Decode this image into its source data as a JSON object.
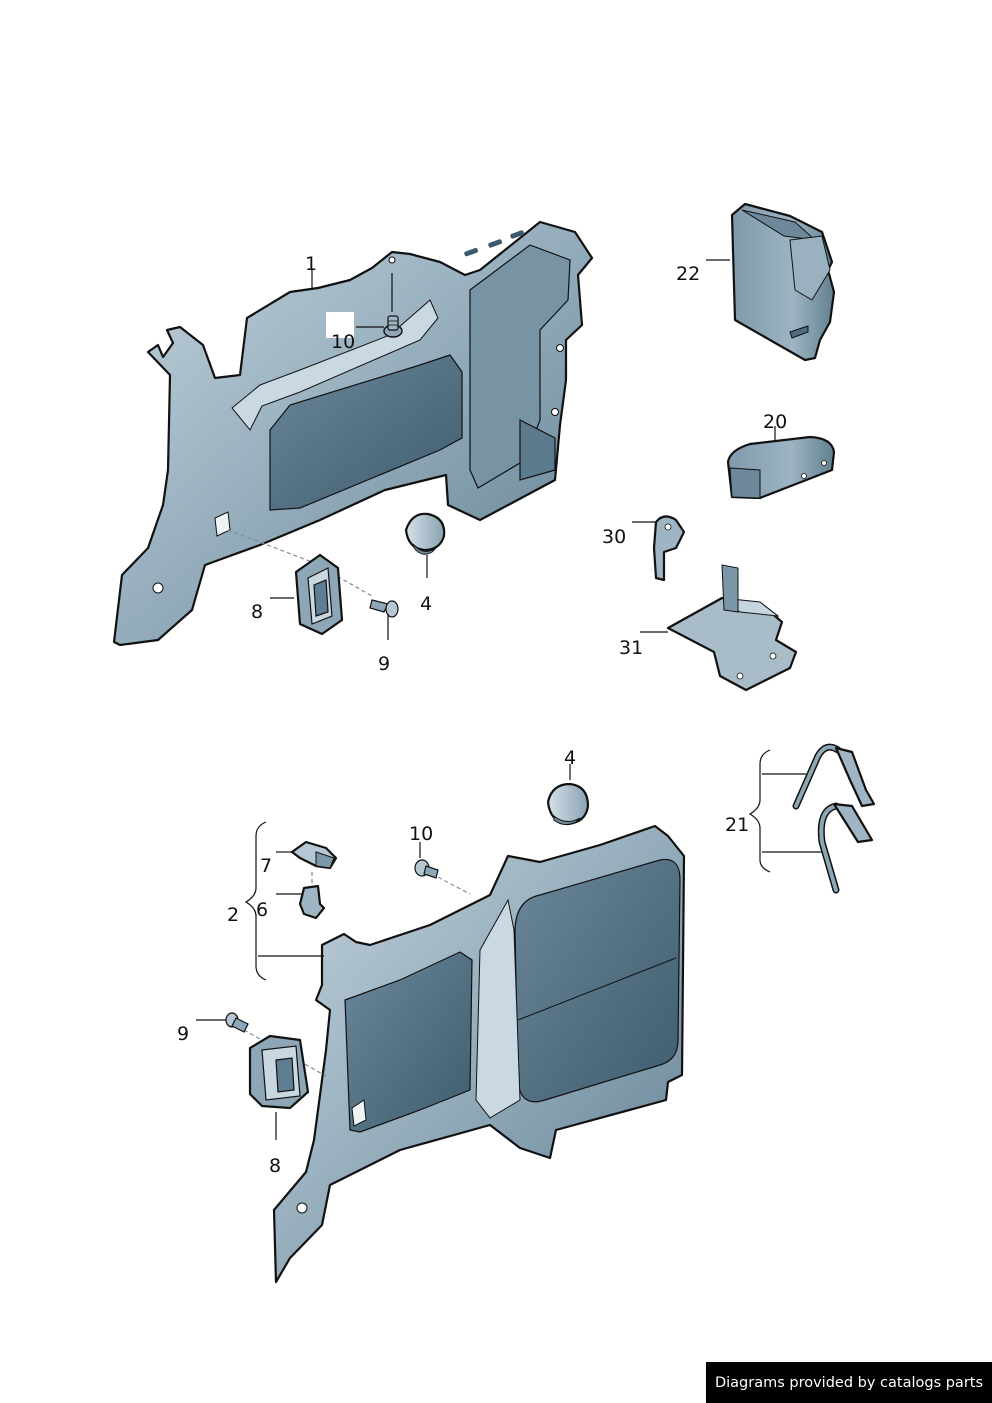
{
  "colors": {
    "panel_light": "#b9cbd6",
    "panel_mid": "#8ea7b6",
    "panel_dark": "#5f7e91",
    "panel_recess": "#4d6b7f",
    "outline": "#111111",
    "banner_bg": "#000000",
    "banner_text": "#ffffff"
  },
  "callouts": {
    "c1": "1",
    "c10_top": "10",
    "c4_top": "4",
    "c8_top": "8",
    "c9_top": "9",
    "c22": "22",
    "c20": "20",
    "c30": "30",
    "c31": "31",
    "c4_bottom": "4",
    "c10_bottom": "10",
    "c7": "7",
    "c2": "2",
    "c6": "6",
    "c9_bottom": "9",
    "c8_bottom": "8",
    "c21": "21"
  },
  "credit": "Diagrams provided by catalogs parts"
}
